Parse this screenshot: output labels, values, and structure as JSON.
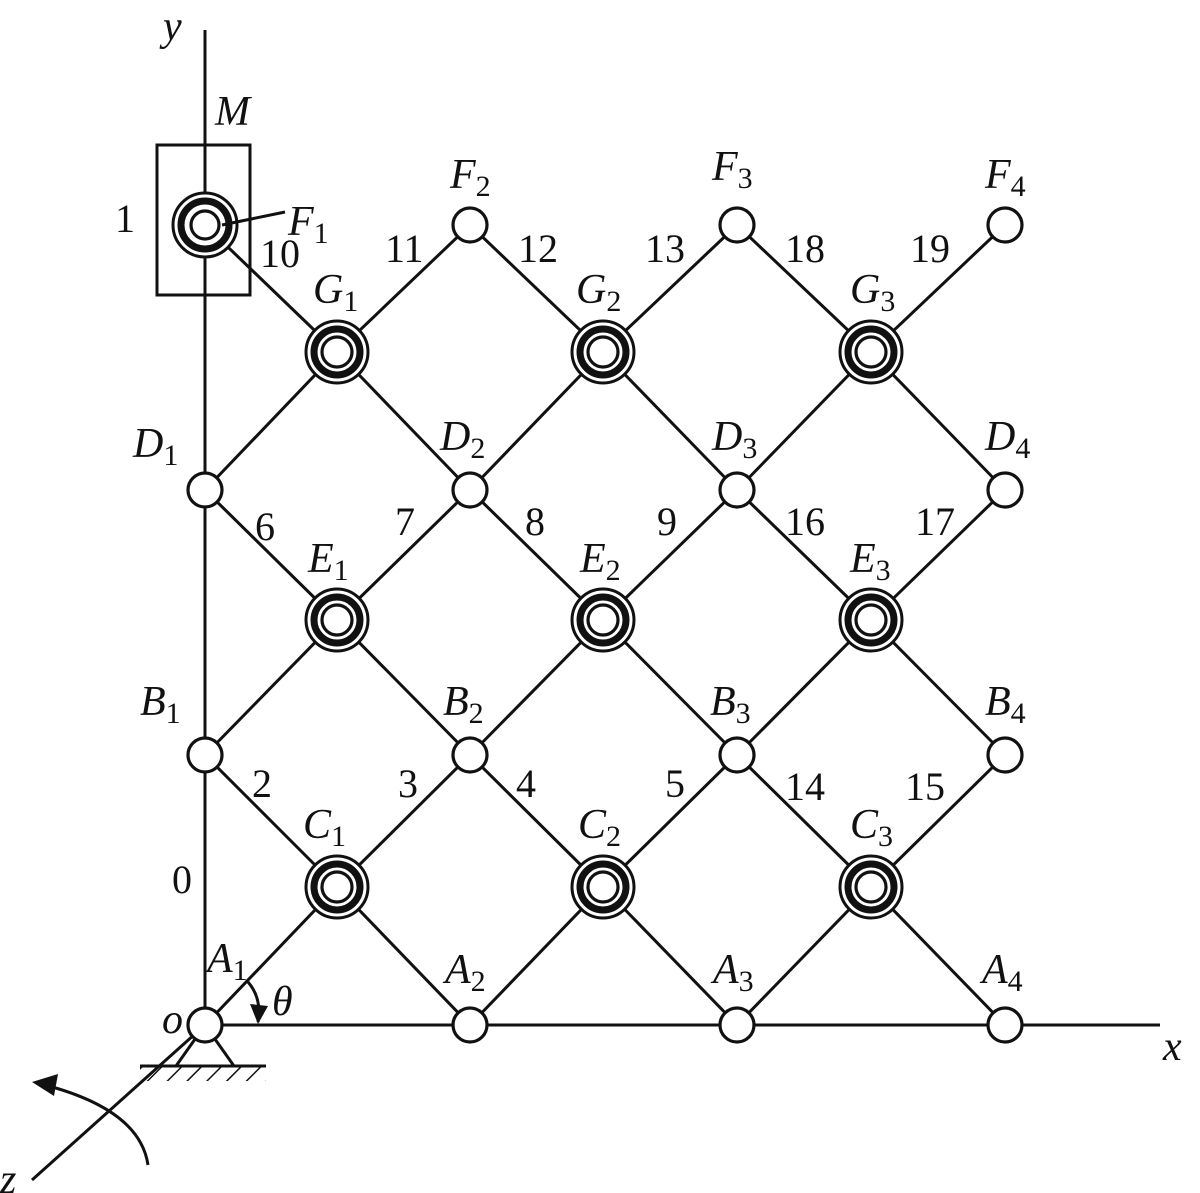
{
  "axes": {
    "x": "x",
    "y": "y",
    "z": "z",
    "origin": "o",
    "angle": "θ"
  },
  "slider_label": "M",
  "joints": [
    {
      "l": "A",
      "s": "1",
      "type": "pin"
    },
    {
      "l": "A",
      "s": "2",
      "type": "pin"
    },
    {
      "l": "A",
      "s": "3",
      "type": "pin"
    },
    {
      "l": "A",
      "s": "4",
      "type": "pin"
    },
    {
      "l": "C",
      "s": "1",
      "type": "ring"
    },
    {
      "l": "C",
      "s": "2",
      "type": "ring"
    },
    {
      "l": "C",
      "s": "3",
      "type": "ring"
    },
    {
      "l": "B",
      "s": "1",
      "type": "pin"
    },
    {
      "l": "B",
      "s": "2",
      "type": "pin"
    },
    {
      "l": "B",
      "s": "3",
      "type": "pin"
    },
    {
      "l": "B",
      "s": "4",
      "type": "pin"
    },
    {
      "l": "E",
      "s": "1",
      "type": "ring"
    },
    {
      "l": "E",
      "s": "2",
      "type": "ring"
    },
    {
      "l": "E",
      "s": "3",
      "type": "ring"
    },
    {
      "l": "D",
      "s": "1",
      "type": "pin"
    },
    {
      "l": "D",
      "s": "2",
      "type": "pin"
    },
    {
      "l": "D",
      "s": "3",
      "type": "pin"
    },
    {
      "l": "D",
      "s": "4",
      "type": "pin"
    },
    {
      "l": "G",
      "s": "1",
      "type": "ring"
    },
    {
      "l": "G",
      "s": "2",
      "type": "ring"
    },
    {
      "l": "G",
      "s": "3",
      "type": "ring"
    },
    {
      "l": "F",
      "s": "1",
      "type": "ring"
    },
    {
      "l": "F",
      "s": "2",
      "type": "pin"
    },
    {
      "l": "F",
      "s": "3",
      "type": "pin"
    },
    {
      "l": "F",
      "s": "4",
      "type": "pin"
    }
  ],
  "link_numbers": [
    "0",
    "1",
    "2",
    "3",
    "4",
    "5",
    "6",
    "7",
    "8",
    "9",
    "10",
    "11",
    "12",
    "13",
    "14",
    "15",
    "16",
    "17",
    "18",
    "19"
  ]
}
